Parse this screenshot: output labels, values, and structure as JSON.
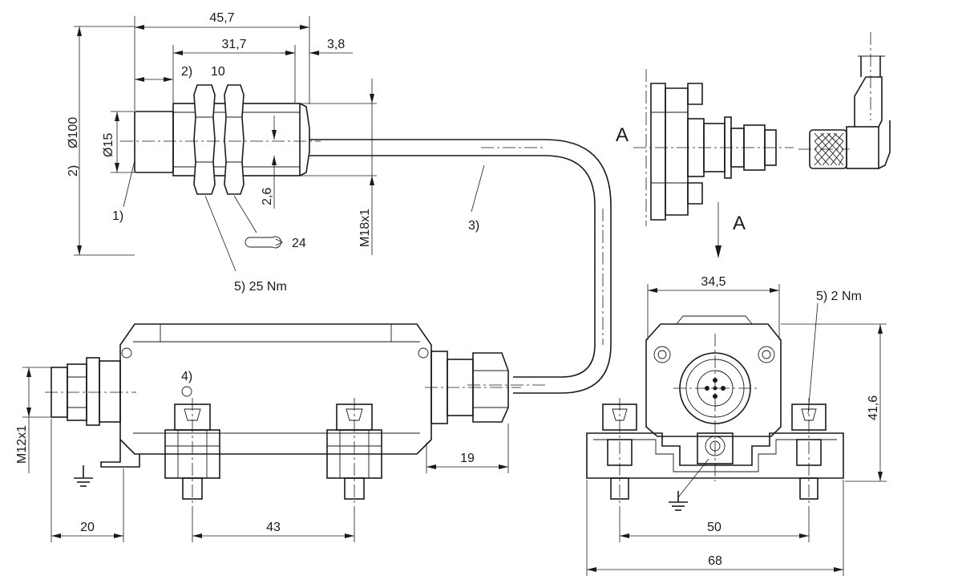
{
  "labels": {
    "dim_45_7": "45,7",
    "dim_31_7": "31,7",
    "dim_3_8": "3,8",
    "note_2_top": "2)",
    "dim_10": "10",
    "dia_100": "Ø100",
    "note_2_left": "2)",
    "dia_15": "Ø15",
    "note_1": "1)",
    "dim_2_6": "2,6",
    "thread_m18": "M18x1",
    "wrench_24": "24",
    "note_5_torque25": "5)  25 Nm",
    "note_3": "3)",
    "view_a_left": "A",
    "view_a_arrow": "A",
    "dim_34_5": "34,5",
    "note_5_torque2": "5)  2 Nm",
    "dim_41_6": "41,6",
    "note_4": "4)",
    "thread_m12": "M12x1",
    "dim_19": "19",
    "dim_20": "20",
    "dim_43": "43",
    "dim_50": "50",
    "dim_68": "68"
  }
}
